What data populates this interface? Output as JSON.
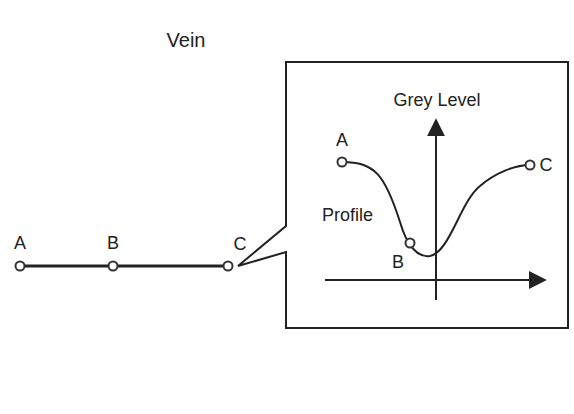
{
  "diagram": {
    "nodes": [
      {
        "text": [
          "Vein"
        ]
      },
      {
        "text": [
          "Grey Level",
          "A",
          "B",
          "C",
          "Profile"
        ]
      }
    ],
    "labels": [
      "A",
      "B",
      "C"
    ]
  }
}
